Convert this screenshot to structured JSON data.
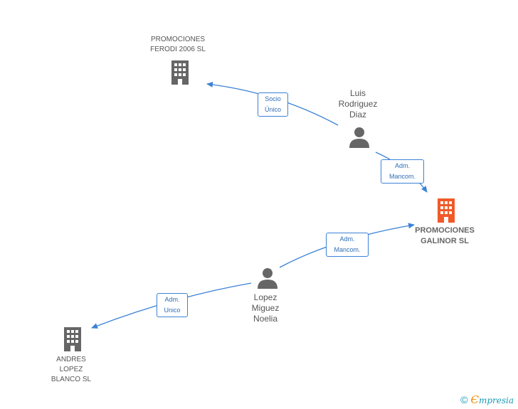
{
  "colors": {
    "edge": "#3b82d6",
    "company": "#666666",
    "main_company": "#f05a28",
    "person": "#666666"
  },
  "nodes": {
    "ferodi": {
      "label": "PROMOCIONES\nFERODI 2006 SL",
      "icon": "building-icon"
    },
    "luis": {
      "label": "Luis\nRodriguez\nDiaz",
      "icon": "person-icon"
    },
    "galinor": {
      "label": "PROMOCIONES\nGALINOR SL",
      "icon": "building-icon"
    },
    "lopez": {
      "label": "Lopez\nMiguez\nNoelia",
      "icon": "person-icon"
    },
    "andres": {
      "label": "ANDRES\nLOPEZ\nBLANCO SL",
      "icon": "building-icon"
    }
  },
  "relations": {
    "luis_ferodi": "Socio\nÚnico",
    "luis_galinor": "Adm.\nMancom.",
    "lopez_galinor": "Adm.\nMancom.",
    "lopez_andres": "Adm.\nUnico"
  },
  "brand": {
    "copyright": "©",
    "e": "Є",
    "name": "mpresia"
  }
}
